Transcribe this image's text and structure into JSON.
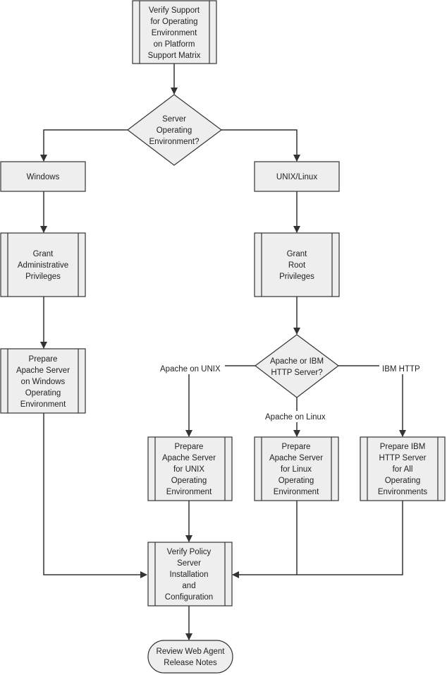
{
  "colors": {
    "box_fill": "#eeeeee",
    "stroke": "#333333",
    "text": "#222222"
  },
  "nodes": {
    "verify_support": [
      "Verify Support",
      "for Operating",
      "Environment",
      "on Platform",
      "Support Matrix"
    ],
    "server_os": [
      "Server",
      "Operating",
      "Environment?"
    ],
    "windows": [
      "Windows"
    ],
    "unix_linux": [
      "UNIX/Linux"
    ],
    "grant_admin": [
      "Grant",
      "Administrative",
      "Privileges"
    ],
    "grant_root": [
      "Grant",
      "Root",
      "Privileges"
    ],
    "prepare_apache_windows": [
      "Prepare",
      "Apache Server",
      "on Windows",
      "Operating",
      "Environment"
    ],
    "apache_or_ibm": [
      "Apache or IBM",
      "HTTP Server?"
    ],
    "prepare_apache_unix": [
      "Prepare",
      "Apache Server",
      "for UNIX",
      "Operating",
      "Environment"
    ],
    "prepare_apache_linux": [
      "Prepare",
      "Apache Server",
      "for Linux",
      "Operating",
      "Environment"
    ],
    "prepare_ibm_http": [
      "Prepare IBM",
      "HTTP Server",
      "for All",
      "Operating",
      "Environments"
    ],
    "verify_policy_server": [
      "Verify Policy",
      "Server",
      "Installation",
      "and",
      "Configuration"
    ],
    "review_release_notes": [
      "Review Web Agent",
      "Release Notes"
    ]
  },
  "edge_labels": {
    "apache_on_unix": "Apache on UNIX",
    "ibm_http": "IBM HTTP",
    "apache_on_linux": "Apache on Linux"
  }
}
